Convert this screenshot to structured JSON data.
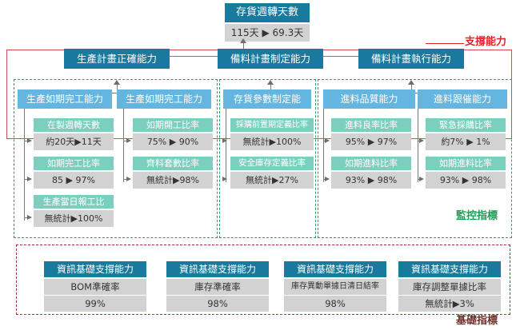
{
  "diagram": {
    "kpi": {
      "title": "存貨週轉天數",
      "value": "115天 ▶ 69.3天"
    },
    "legends": {
      "support": "支撐能力",
      "monitor": "監控指標",
      "base": "基礎指標"
    },
    "capabilities": [
      {
        "label": "生產計畫正確能力"
      },
      {
        "label": "備料計畫制定能力"
      },
      {
        "label": "備料計畫執行能力"
      }
    ],
    "sub_capabilities": [
      {
        "label": "生產如期完工能力"
      },
      {
        "label": "生產如期完工能力"
      },
      {
        "label": "存貨參數制定能"
      },
      {
        "label": "進料品質能力"
      },
      {
        "label": "進料跟催能力"
      }
    ],
    "metric_columns": [
      {
        "metrics": [
          {
            "name": "在製週轉天數",
            "value": "約20天▶11天"
          },
          {
            "name": "如期完工比率",
            "value": "85 ▶ 97%"
          },
          {
            "name": "生產當日報工比",
            "value": "無統計▶100%"
          }
        ]
      },
      {
        "metrics": [
          {
            "name": "如期開工比率",
            "value": "75% ▶ 90%"
          },
          {
            "name": "齊料套數比率",
            "value": "無統計▶98%"
          }
        ]
      },
      {
        "metrics": [
          {
            "name": "採購前置期定義比率",
            "value": "無統計▶100%"
          },
          {
            "name": "安全庫存定義比率",
            "value": "無統計▶27%"
          }
        ]
      },
      {
        "metrics": [
          {
            "name": "進料良率比率",
            "value": "95% ▶ 97%"
          },
          {
            "name": "如期進料比率",
            "value": "93% ▶ 98%"
          }
        ]
      },
      {
        "metrics": [
          {
            "name": "緊急採購比率",
            "value": "約7% ▶ 1%"
          },
          {
            "name": "如期進料比率",
            "value": "93% ▶ 98%"
          }
        ]
      }
    ],
    "base_cards": [
      {
        "title": "資訊基礎支撐能力",
        "metric": "BOM準確率",
        "value": "99%"
      },
      {
        "title": "資訊基礎支撐能力",
        "metric": "庫存準確率",
        "value": "98%"
      },
      {
        "title": "資訊基礎支撐能力",
        "metric": "庫存異動單據日清日結率",
        "value": "98%"
      },
      {
        "title": "資訊基礎支撐能力",
        "metric": "庫存調整單據比率",
        "value": "無統計▶3%"
      }
    ],
    "colors": {
      "kpi_header": "#1a7a9e",
      "value_bg": "#d2d2d2",
      "metric_header": "#7ccfbe",
      "sub_capability": "#64b5e0",
      "support_frame": "#d94a52",
      "monitor_frame": "#27a15f",
      "base_frame": "#9e3b35"
    }
  }
}
